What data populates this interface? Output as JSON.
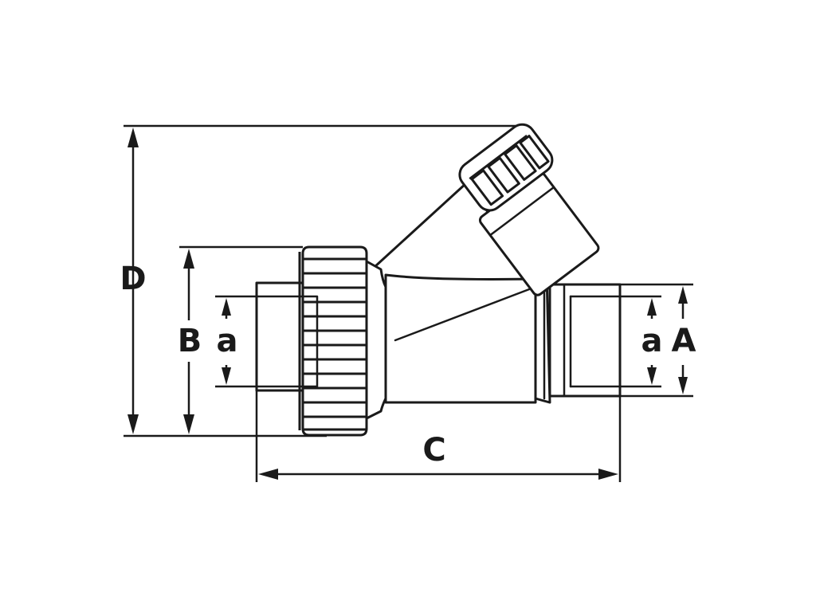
{
  "diagram": {
    "labels": {
      "d": "D",
      "b": "B",
      "a_left": "a",
      "a_right": "a",
      "a_upper": "A",
      "c": "C"
    },
    "colors": {
      "line": "#1a1a1a",
      "background": "#ffffff"
    }
  }
}
